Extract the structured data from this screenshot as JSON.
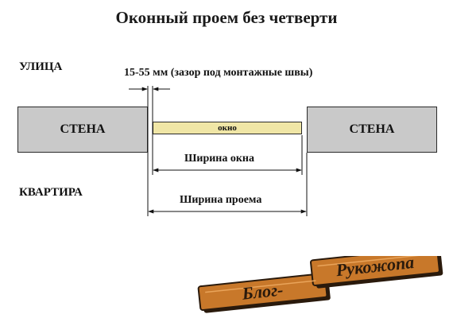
{
  "title": "Оконный проем без четверти",
  "labels": {
    "street": "УЛИЦА",
    "apartment": "КВАРТИРА"
  },
  "walls": {
    "left": "СТЕНА",
    "right": "СТЕНА"
  },
  "window": {
    "label": "окно"
  },
  "dimensions": {
    "gap": "15-55 мм (зазор под монтажные швы)",
    "window_width": "Ширина окна",
    "opening_width": "Ширина проема"
  },
  "logo": {
    "text": "Блог-Рукожопа"
  },
  "colors": {
    "wall": "#c9c9c9",
    "window": "#f0e6a6",
    "logo_wood": "#c8782a",
    "logo_dark": "#2a1a0c"
  }
}
